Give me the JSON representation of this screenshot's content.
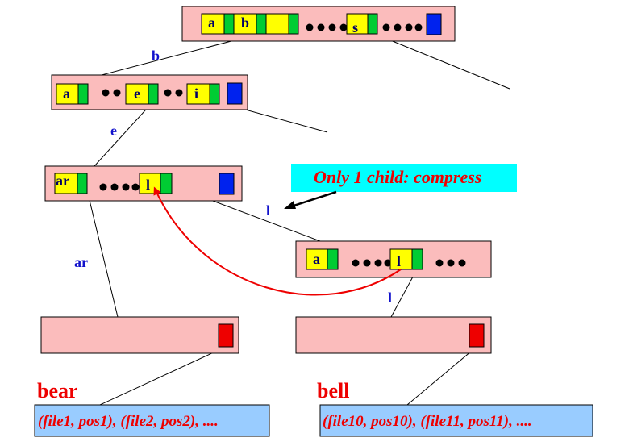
{
  "keys": {
    "root_a": "a",
    "root_b": "b",
    "root_s": "s",
    "n1_a": "a",
    "n1_e": "e",
    "n1_i": "i",
    "n2_ar": "ar",
    "n2_l": "l",
    "n3_a": "a",
    "n3_l": "l"
  },
  "edge_labels": {
    "b": "b",
    "e": "e",
    "ar": "ar",
    "l1": "l",
    "l2": "l"
  },
  "words": {
    "bear": "bear",
    "bell": "bell"
  },
  "note": "Only 1 child: compress",
  "postings": {
    "bear": "(file1, pos1), (file2, pos2), ....",
    "bell": "(file10, pos10), (file11, pos11), ...."
  },
  "colors": {
    "node_fill": "#fbbcbc",
    "key_cell": "#ffff00",
    "pointer_cell": "#00cc33",
    "end_marker": "#0022ee",
    "leaf_marker": "#ee0000",
    "note_fill": "#00ffff",
    "postings_fill": "#99ccff",
    "arrow_red": "#ee0000"
  }
}
